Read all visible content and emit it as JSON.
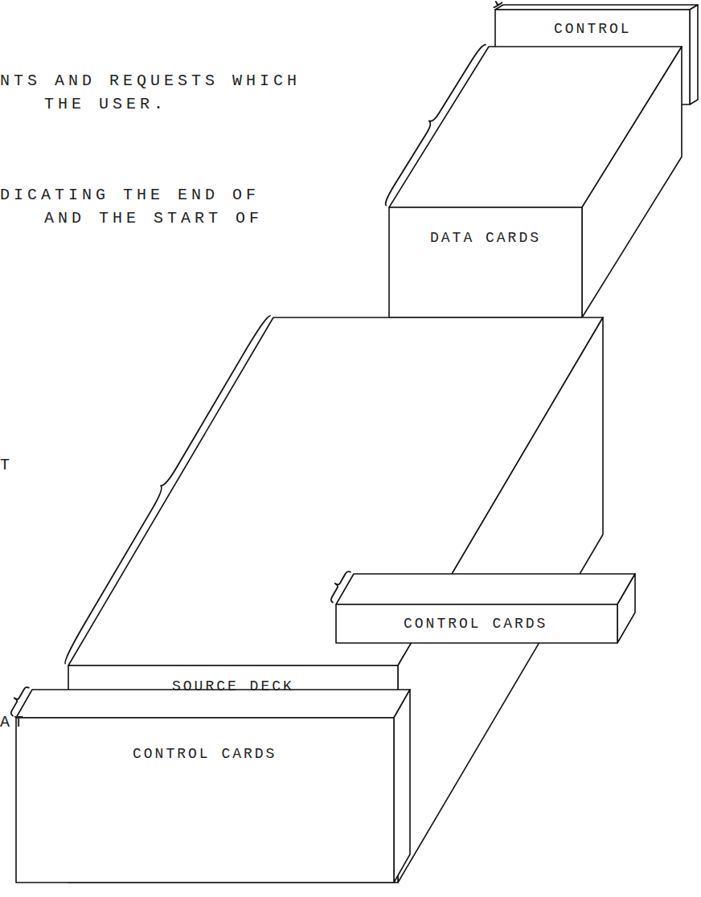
{
  "diagram": {
    "nodes": [
      {
        "text": [
          "CONTROL"
        ]
      },
      {
        "text": [
          "DATA CARDS"
        ]
      },
      {
        "text": [
          "CONTROL CARDS"
        ]
      },
      {
        "text": [
          "SOURCE DECK"
        ]
      },
      {
        "text": [
          "CONTROL CARDS"
        ]
      }
    ],
    "labels": [
      "NTS AND REQUESTS WHICH THE USER.",
      "DICATING THE END OF AND THE START OF",
      "T",
      "AT"
    ]
  }
}
